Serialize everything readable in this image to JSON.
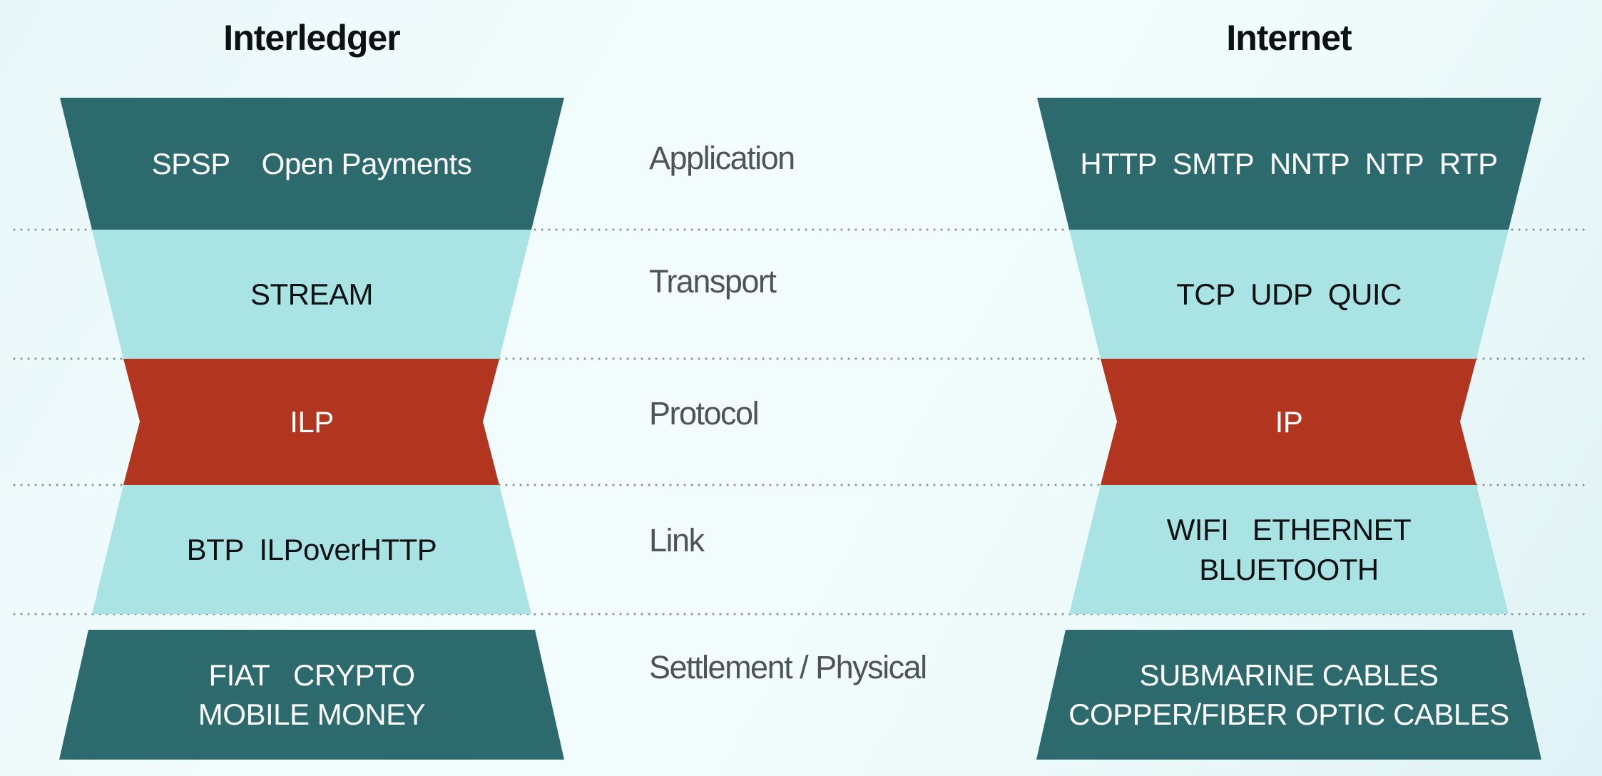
{
  "titles": {
    "left": "Interledger",
    "right": "Internet"
  },
  "layer_labels": [
    "Application",
    "Transport",
    "Protocol",
    "Link",
    "Settlement / Physical"
  ],
  "left_stack": {
    "application": "SPSP    Open Payments",
    "transport": "STREAM",
    "protocol": "ILP",
    "link": "BTP  ILPoverHTTP",
    "settlement_line1": "FIAT   CRYPTO",
    "settlement_line2": "MOBILE MONEY"
  },
  "right_stack": {
    "application": "HTTP  SMTP  NNTP  NTP  RTP",
    "transport": "TCP  UDP  QUIC",
    "protocol": "IP",
    "link_line1": "WIFI   ETHERNET",
    "link_line2": "BLUETOOTH",
    "settlement_line1": "SUBMARINE CABLES",
    "settlement_line2": "COPPER/FIBER OPTIC CABLES"
  },
  "colors": {
    "dark_teal": "#2d6a6d",
    "light_teal": "#a9e3e4",
    "red": "#b23520",
    "label_gray": "#4d5357",
    "title_black": "#0c1113",
    "dot_gray": "#8e9899",
    "background_tint": "#eefafa"
  }
}
